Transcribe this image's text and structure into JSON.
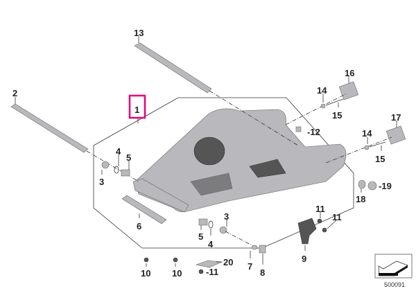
{
  "diagram": {
    "highlighted_part": "1",
    "highlight_color": "#e6007e",
    "callouts": {
      "p13": "13",
      "p2": "2",
      "p1": "1",
      "p16": "16",
      "p14a": "14",
      "p15a": "15",
      "p12": "12",
      "p17": "17",
      "p14b": "14",
      "p15b": "15",
      "p19": "19",
      "p18": "18",
      "p3a": "3",
      "p4a": "4",
      "p5a": "5",
      "p6": "6",
      "p3b": "3",
      "p5b": "5",
      "p4b": "4",
      "p11a": "11",
      "p11b": "11",
      "p9": "9",
      "p20": "20",
      "p11c": "11",
      "p10a": "10",
      "p10b": "10",
      "p7": "7",
      "p8": "8"
    },
    "reference_number": "500091",
    "nav_icon": "arrow-box-icon"
  }
}
